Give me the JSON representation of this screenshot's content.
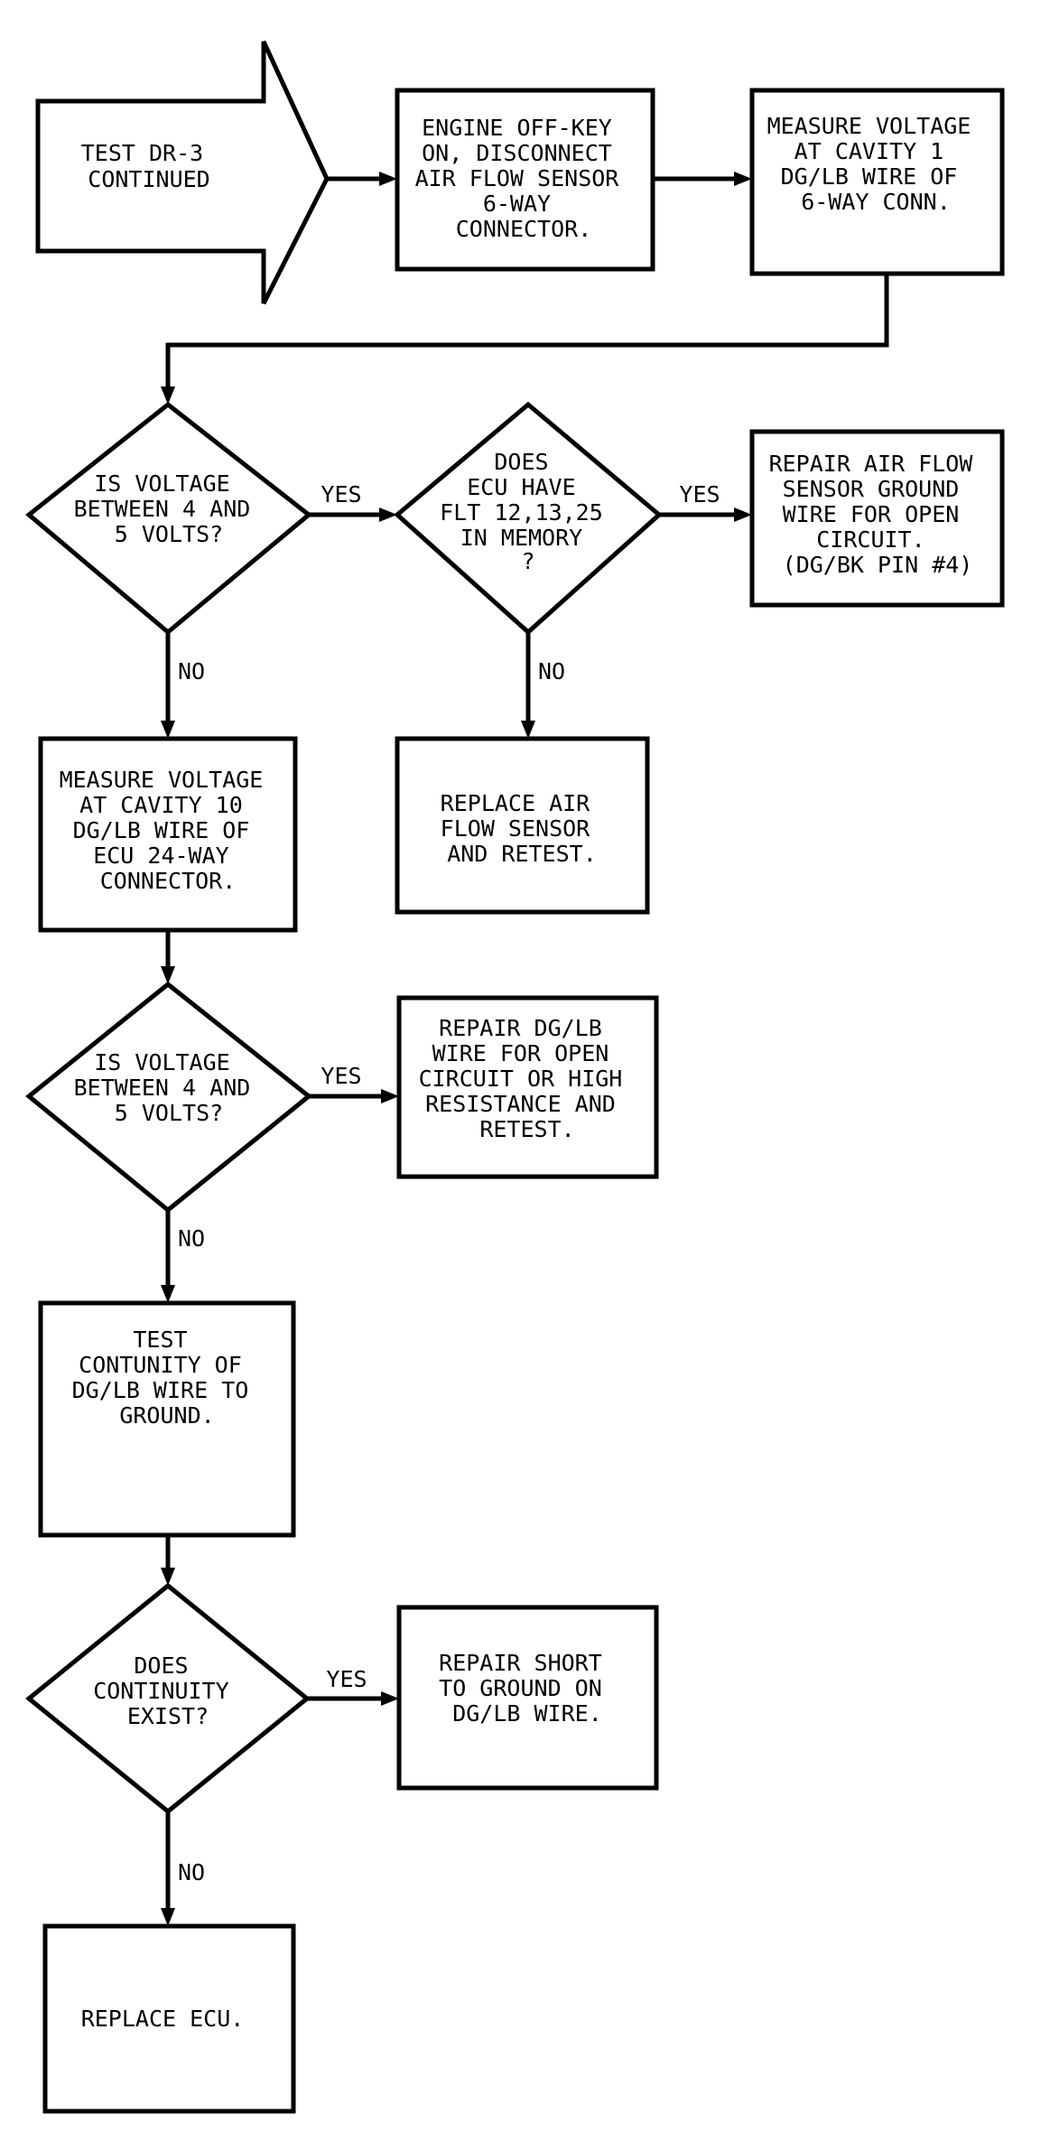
{
  "diagram": {
    "nodes": {
      "start": {
        "shape": "arrow",
        "lines": [
          "TEST DR-3",
          "CONTINUED"
        ]
      },
      "engine_off": {
        "shape": "box",
        "lines": [
          "ENGINE OFF-KEY",
          "ON, DISCONNECT",
          "AIR FLOW SENSOR",
          "6-WAY",
          "CONNECTOR."
        ]
      },
      "measure_cavity1": {
        "shape": "box",
        "lines": [
          "MEASURE VOLTAGE",
          "AT CAVITY 1",
          "DG/LB WIRE OF",
          "6-WAY CONN."
        ]
      },
      "decision_voltage1": {
        "shape": "diamond",
        "lines": [
          "IS VOLTAGE",
          "BETWEEN 4 AND",
          "5 VOLTS?"
        ]
      },
      "decision_ecu_memory": {
        "shape": "diamond",
        "lines": [
          "DOES",
          "ECU HAVE",
          "FLT 12,13,25",
          "IN MEMORY",
          "?"
        ]
      },
      "repair_ground": {
        "shape": "box",
        "lines": [
          "REPAIR AIR FLOW",
          "SENSOR GROUND",
          "WIRE FOR OPEN",
          "CIRCUIT.",
          "(DG/BK PIN #4)"
        ]
      },
      "replace_sensor": {
        "shape": "box",
        "lines": [
          "REPLACE AIR",
          "FLOW SENSOR",
          "AND RETEST."
        ]
      },
      "measure_cavity10": {
        "shape": "box",
        "lines": [
          "MEASURE VOLTAGE",
          "AT CAVITY 10",
          "DG/LB WIRE OF",
          "ECU 24-WAY",
          "CONNECTOR."
        ]
      },
      "decision_voltage2": {
        "shape": "diamond",
        "lines": [
          "IS VOLTAGE",
          "BETWEEN 4 AND",
          "5 VOLTS?"
        ]
      },
      "repair_dglb": {
        "shape": "box",
        "lines": [
          "REPAIR DG/LB",
          "WIRE FOR OPEN",
          "CIRCUIT OR HIGH",
          "RESISTANCE AND",
          "RETEST."
        ]
      },
      "test_continuity": {
        "shape": "box",
        "lines": [
          "TEST",
          "CONTUNITY OF",
          "DG/LB WIRE TO",
          "GROUND."
        ]
      },
      "decision_continuity": {
        "shape": "diamond",
        "lines": [
          "DOES",
          "CONTINUITY",
          "EXIST?"
        ]
      },
      "repair_short": {
        "shape": "box",
        "lines": [
          "REPAIR SHORT",
          "TO GROUND ON",
          "DG/LB WIRE."
        ]
      },
      "replace_ecu": {
        "shape": "box",
        "lines": [
          "REPLACE ECU."
        ]
      }
    },
    "edges": [
      {
        "from": "start",
        "to": "engine_off",
        "label": ""
      },
      {
        "from": "engine_off",
        "to": "measure_cavity1",
        "label": ""
      },
      {
        "from": "measure_cavity1",
        "to": "decision_voltage1",
        "label": ""
      },
      {
        "from": "decision_voltage1",
        "to": "decision_ecu_memory",
        "label": "YES"
      },
      {
        "from": "decision_ecu_memory",
        "to": "repair_ground",
        "label": "YES"
      },
      {
        "from": "decision_ecu_memory",
        "to": "replace_sensor",
        "label": "NO"
      },
      {
        "from": "decision_voltage1",
        "to": "measure_cavity10",
        "label": "NO"
      },
      {
        "from": "measure_cavity10",
        "to": "decision_voltage2",
        "label": ""
      },
      {
        "from": "decision_voltage2",
        "to": "repair_dglb",
        "label": "YES"
      },
      {
        "from": "decision_voltage2",
        "to": "test_continuity",
        "label": "NO"
      },
      {
        "from": "test_continuity",
        "to": "decision_continuity",
        "label": ""
      },
      {
        "from": "decision_continuity",
        "to": "repair_short",
        "label": "YES"
      },
      {
        "from": "decision_continuity",
        "to": "replace_ecu",
        "label": "NO"
      }
    ]
  }
}
